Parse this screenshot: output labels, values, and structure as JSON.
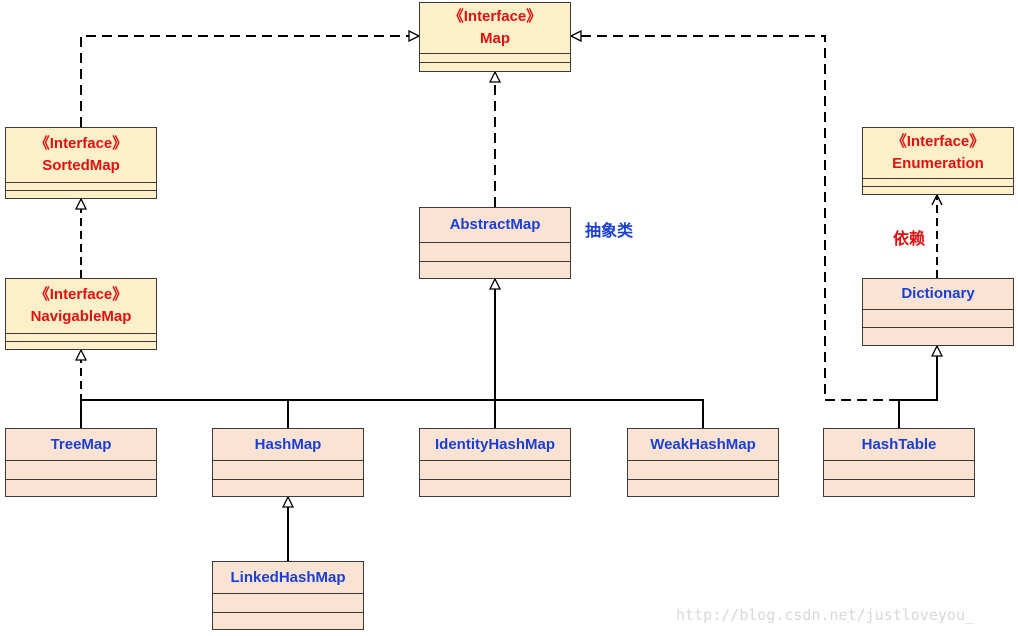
{
  "stereotype": "《Interface》",
  "interfaces": {
    "map": "Map",
    "sorted_map": "SortedMap",
    "navigable_map": "NavigableMap",
    "enumeration": "Enumeration"
  },
  "classes": {
    "abstract_map": "AbstractMap",
    "dictionary": "Dictionary",
    "tree_map": "TreeMap",
    "hash_map": "HashMap",
    "identity_hash_map": "IdentityHashMap",
    "weak_hash_map": "WeakHashMap",
    "hash_table": "HashTable",
    "linked_hash_map": "LinkedHashMap"
  },
  "notes": {
    "abstract_class": "抽象类",
    "dependency": "依赖"
  },
  "watermark": "http://blog.csdn.net/justloveyou_",
  "colors": {
    "interface_fill": "#fdf0c8",
    "class_fill": "#fbe3d4",
    "interface_text": "#e01010",
    "class_text": "#1a3fd6"
  }
}
